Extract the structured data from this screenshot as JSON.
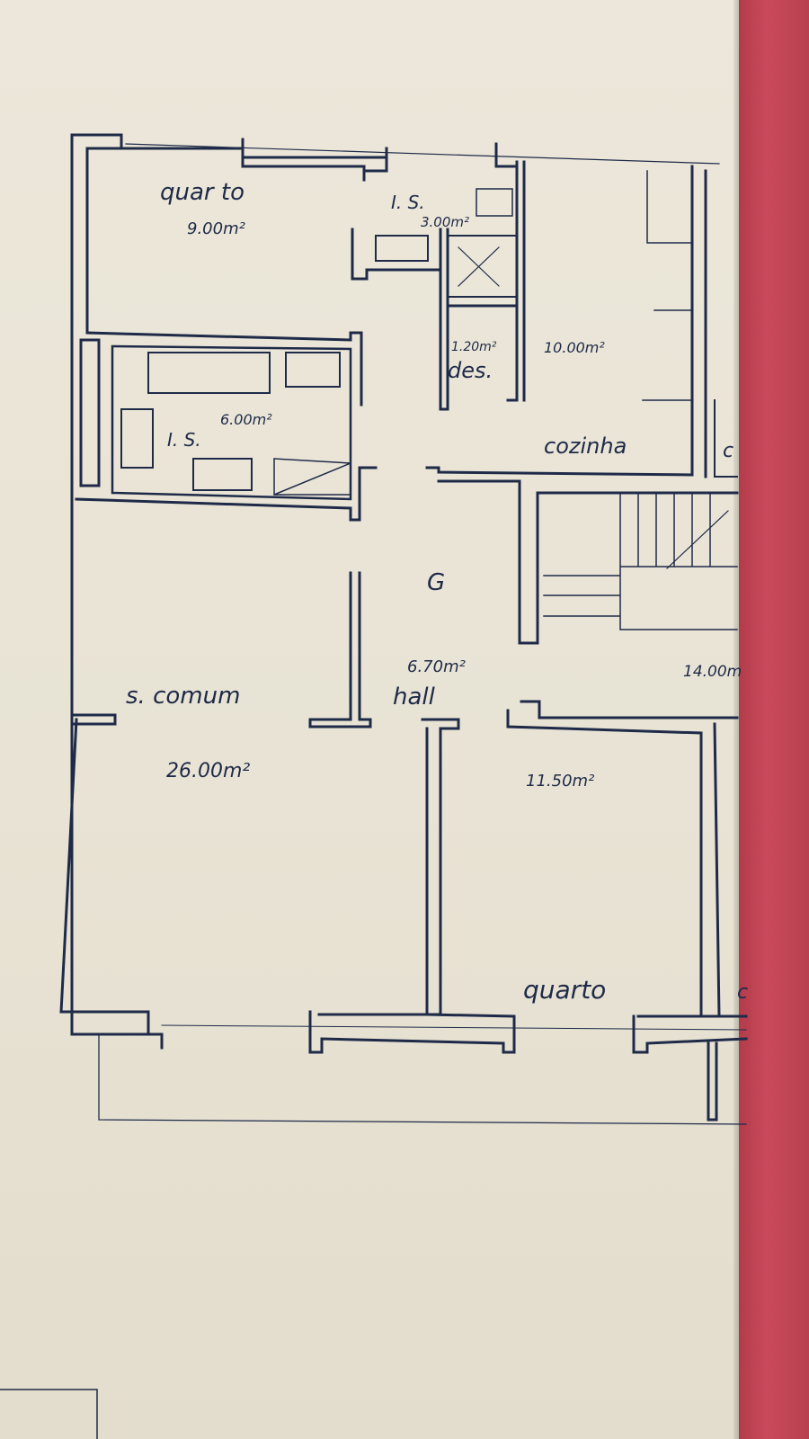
{
  "plan": {
    "ink_color": "#1e2a48",
    "binder_color": "#c04656",
    "rooms": {
      "quarto_top": {
        "name": "quar to",
        "area": "9.00m²"
      },
      "is_small": {
        "name": "I. S.",
        "area": "3.00m²"
      },
      "despensa": {
        "name": "des.",
        "area": "1.20m²"
      },
      "cozinha": {
        "name": "cozinha",
        "area": "10.00m²"
      },
      "is_bath": {
        "name": "I. S.",
        "area": "6.00m²"
      },
      "hall": {
        "name": "hall",
        "area": "6.70m²"
      },
      "circulacao": {
        "name": "G"
      },
      "sala_comum": {
        "name": "s. comum",
        "area": "26.00m²"
      },
      "escada": {
        "area": "14.00m"
      },
      "quarto_bottom": {
        "name": "quarto",
        "area": "11.50m²"
      }
    },
    "edge_marks": [
      "c",
      "c"
    ]
  }
}
